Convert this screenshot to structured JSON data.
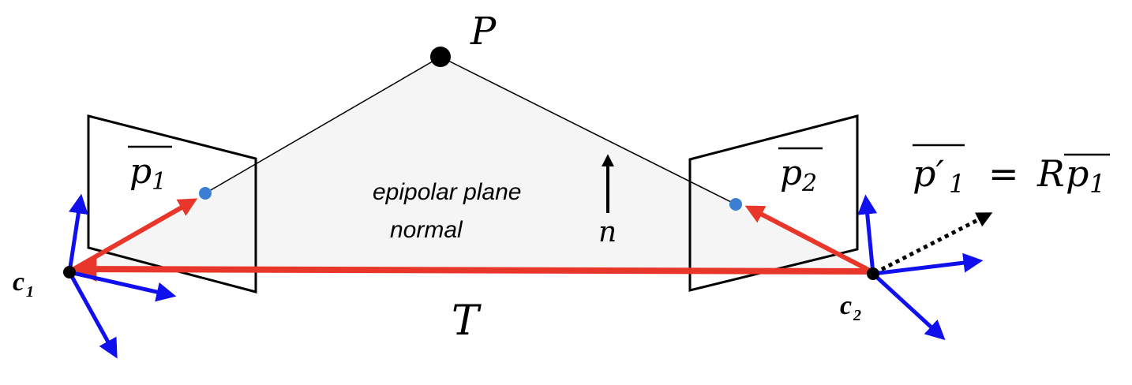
{
  "labels": {
    "point": "P",
    "p1": "p",
    "p1_sub": "1",
    "p2": "p",
    "p2_sub": "2",
    "plane_line1": "epipolar plane",
    "plane_line2": "normal",
    "normal": "n",
    "translation": "T",
    "c1": "c",
    "c1_sub": "1",
    "c2": "c",
    "c2_sub": "2",
    "eq_lhs": "p′",
    "eq_lhs_sub": "1",
    "eq_equals": "=",
    "eq_R": "R",
    "eq_p": "p",
    "eq_p_sub": "1"
  },
  "colors": {
    "ray": "#e8372a",
    "axis": "#1010ee",
    "image_point": "#3b7fd4",
    "plane_fill": "#f5f5f5",
    "outline": "#000000"
  }
}
